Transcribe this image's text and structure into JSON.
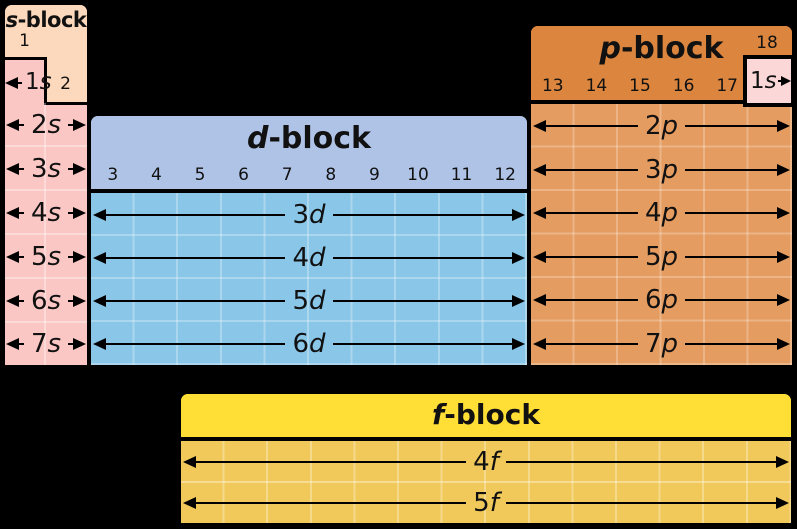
{
  "colors": {
    "background": "#000000",
    "border": "#000000",
    "s_header": "#FCD8BC",
    "s_body": "#FBC7C4",
    "he_cell": "#FBD7D7",
    "d_header": "#AFC3E6",
    "d_body": "#8AC6E8",
    "p_header": "#DB853F",
    "p_body": "#E59C60",
    "f_header": "#FFDE36",
    "f_body": "#F1C95A"
  },
  "s_block": {
    "title_letter": "s",
    "title_rest": "-block",
    "groups": [
      "1",
      "2"
    ],
    "row1": {
      "n": "1",
      "l": "s"
    },
    "rows": [
      {
        "n": "2",
        "l": "s"
      },
      {
        "n": "3",
        "l": "s"
      },
      {
        "n": "4",
        "l": "s"
      },
      {
        "n": "5",
        "l": "s"
      },
      {
        "n": "6",
        "l": "s"
      },
      {
        "n": "7",
        "l": "s"
      }
    ]
  },
  "d_block": {
    "title_letter": "d",
    "title_rest": "-block",
    "groups": [
      "3",
      "4",
      "5",
      "6",
      "7",
      "8",
      "9",
      "10",
      "11",
      "12"
    ],
    "rows": [
      {
        "n": "3",
        "l": "d"
      },
      {
        "n": "4",
        "l": "d"
      },
      {
        "n": "5",
        "l": "d"
      },
      {
        "n": "6",
        "l": "d"
      }
    ]
  },
  "p_block": {
    "title_letter": "p",
    "title_rest": "-block",
    "group18": "18",
    "groups": [
      "13",
      "14",
      "15",
      "16",
      "17"
    ],
    "he_cell": {
      "n": "1",
      "l": "s"
    },
    "rows": [
      {
        "n": "2",
        "l": "p"
      },
      {
        "n": "3",
        "l": "p"
      },
      {
        "n": "4",
        "l": "p"
      },
      {
        "n": "5",
        "l": "p"
      },
      {
        "n": "6",
        "l": "p"
      },
      {
        "n": "7",
        "l": "p"
      }
    ]
  },
  "f_block": {
    "title_letter": "f",
    "title_rest": "-block",
    "rows": [
      {
        "n": "4",
        "l": "f"
      },
      {
        "n": "5",
        "l": "f"
      }
    ]
  }
}
